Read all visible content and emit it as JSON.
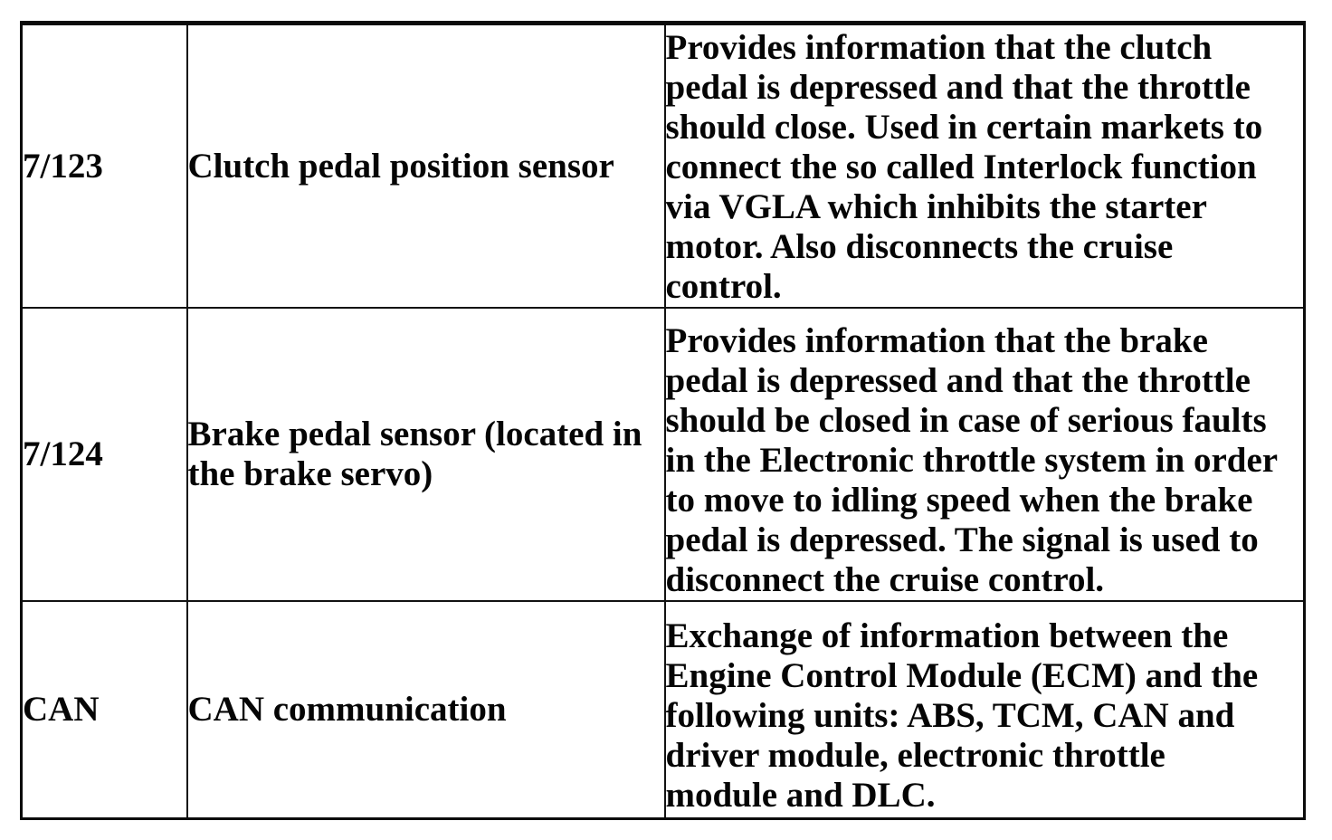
{
  "table": {
    "rows": [
      {
        "id": "7/123",
        "component": "Clutch pedal position sensor",
        "description": "Provides information that the clutch\npedal is depressed and that the throttle\nshould close. Used in certain markets to\nconnect the so called Interlock function\nvia VGLA which inhibits the starter\nmotor. Also disconnects the cruise\ncontrol."
      },
      {
        "id": "7/124",
        "component": "Brake pedal sensor (located in\nthe brake servo)",
        "description": "Provides information that the brake\npedal is depressed and that the throttle\nshould be closed in case of serious faults\nin the Electronic throttle system in order\nto move to idling speed when the brake\npedal is depressed. The signal is used to\ndisconnect the cruise control."
      },
      {
        "id": "CAN",
        "component": "CAN communication",
        "description": "Exchange of information between the\nEngine Control Module (ECM) and the\nfollowing units: ABS, TCM, CAN and\ndriver module, electronic throttle\nmodule and DLC."
      }
    ]
  }
}
